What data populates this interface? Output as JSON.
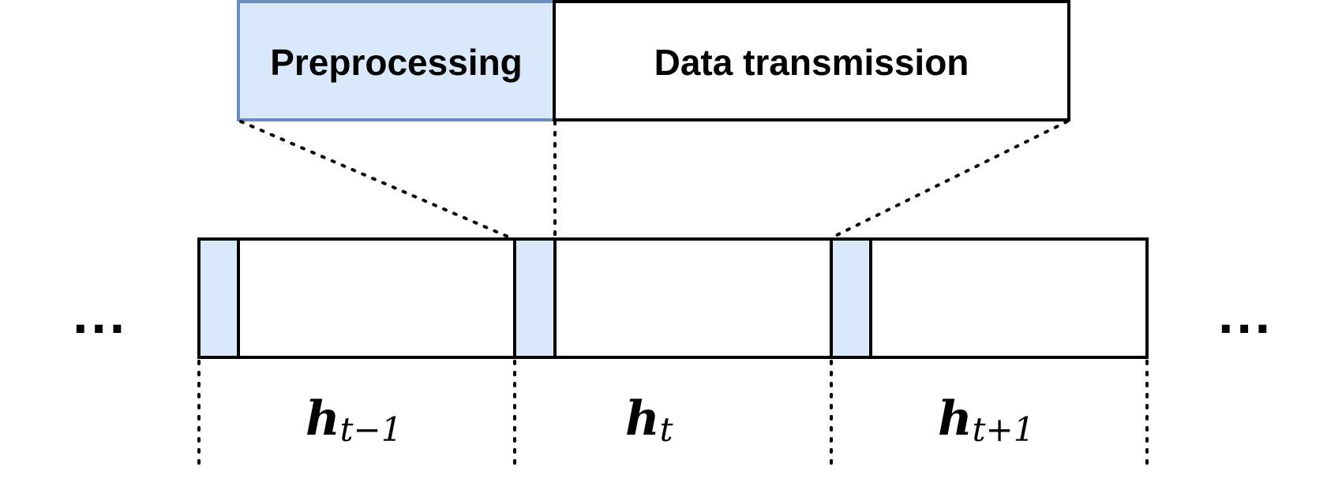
{
  "top_boxes": {
    "preprocessing_label": "Preprocessing",
    "transmission_label": "Data transmission"
  },
  "slots": [
    {
      "symbol": "h",
      "subscript": "t−1"
    },
    {
      "symbol": "h",
      "subscript": "t"
    },
    {
      "symbol": "h",
      "subscript": "t+1"
    }
  ],
  "ellipsis_left": "···",
  "ellipsis_right": "···",
  "colors": {
    "preprocessing_fill": "#dae8fc",
    "preprocessing_stroke": "#6c8ebf",
    "stroke": "#000000"
  }
}
